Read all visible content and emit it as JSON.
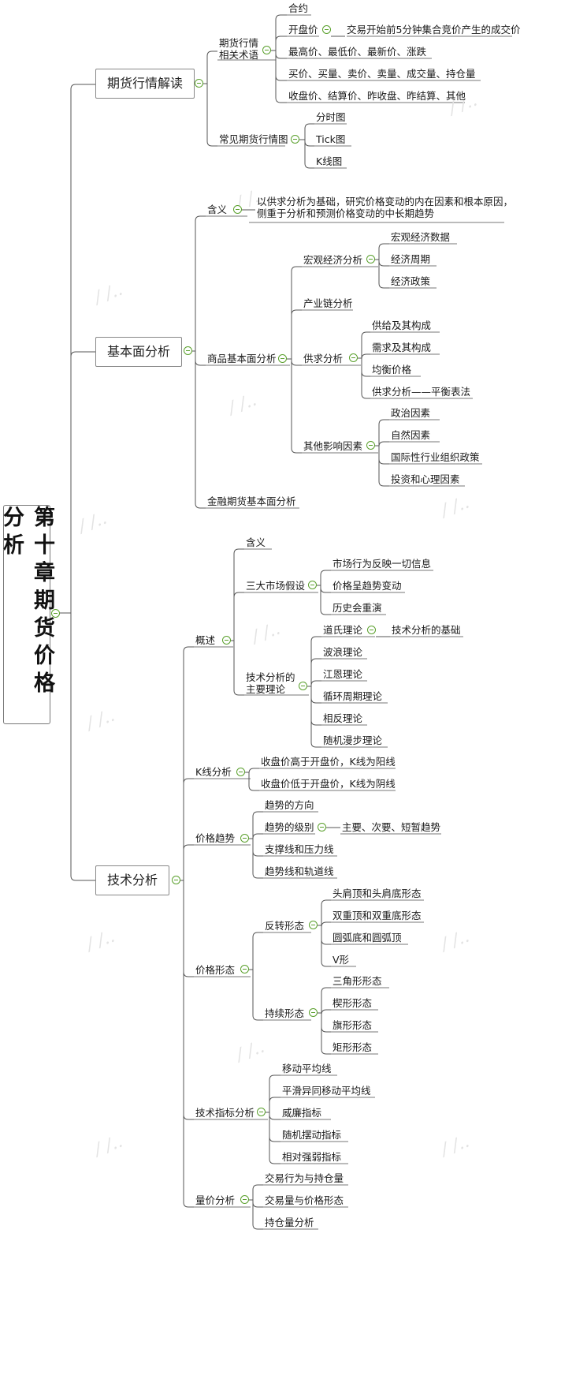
{
  "root": {
    "title": "第十章期货价格分析"
  },
  "branches": {
    "quote": {
      "label": "期货行情解读",
      "terms": {
        "label_line1": "期货行情",
        "label_line2": "相关术语",
        "items": [
          "合约",
          "开盘价",
          "最高价、最低价、最新价、涨跌",
          "买价、买量、卖价、卖量、成交量、持仓量",
          "收盘价、结算价、昨收盘、昨结算、其他"
        ],
        "open_price_note": "交易开始前5分钟集合竞价产生的成交价"
      },
      "charts": {
        "label": "常见期货行情图",
        "items": [
          "分时图",
          "Tick图",
          "K线图"
        ]
      }
    },
    "fundamental": {
      "label": "基本面分析",
      "meaning": {
        "label": "含义",
        "text_line1": "以供求分析为基础，研究价格变动的内在因素和根本原因，",
        "text_line2": "侧重于分析和预测价格变动的中长期趋势"
      },
      "commodity": {
        "label": "商品基本面分析",
        "macro": {
          "label": "宏观经济分析",
          "items": [
            "宏观经济数据",
            "经济周期",
            "经济政策"
          ]
        },
        "chain": {
          "label": "产业链分析"
        },
        "supply": {
          "label": "供求分析",
          "items": [
            "供给及其构成",
            "需求及其构成",
            "均衡价格",
            "供求分析——平衡表法"
          ]
        },
        "other": {
          "label": "其他影响因素",
          "items": [
            "政治因素",
            "自然因素",
            "国际性行业组织政策",
            "投资和心理因素"
          ]
        }
      },
      "financial": {
        "label": "金融期货基本面分析"
      }
    },
    "technical": {
      "label": "技术分析",
      "overview": {
        "label": "概述",
        "meaning": "含义",
        "assumptions": {
          "label": "三大市场假设",
          "items": [
            "市场行为反映一切信息",
            "价格呈趋势变动",
            "历史会重演"
          ]
        },
        "theories": {
          "label_line1": "技术分析的",
          "label_line2": "主要理论",
          "items": [
            "道氏理论",
            "波浪理论",
            "江恩理论",
            "循环周期理论",
            "相反理论",
            "随机漫步理论"
          ],
          "dow_note": "技术分析的基础"
        }
      },
      "kline": {
        "label": "K线分析",
        "items": [
          "收盘价高于开盘价，K线为阳线",
          "收盘价低于开盘价，K线为阴线"
        ]
      },
      "trend": {
        "label": "价格趋势",
        "items": [
          "趋势的方向",
          "趋势的级别",
          "支撑线和压力线",
          "趋势线和轨道线"
        ],
        "level_note": "主要、次要、短暂趋势"
      },
      "pattern": {
        "label": "价格形态",
        "reversal": {
          "label": "反转形态",
          "items": [
            "头肩顶和头肩底形态",
            "双重顶和双重底形态",
            "圆弧底和圆弧顶",
            "V形"
          ]
        },
        "continuation": {
          "label": "持续形态",
          "items": [
            "三角形形态",
            "楔形形态",
            "旗形形态",
            "矩形形态"
          ]
        }
      },
      "indicator": {
        "label": "技术指标分析",
        "items": [
          "移动平均线",
          "平滑异同移动平均线",
          "威廉指标",
          "随机摆动指标",
          "相对强弱指标"
        ]
      },
      "volume": {
        "label": "量价分析",
        "items": [
          "交易行为与持仓量",
          "交易量与价格形态",
          "持仓量分析"
        ]
      }
    }
  },
  "colors": {
    "line": "#555555",
    "collapse": "#5aa02c",
    "underline": "#777777"
  }
}
